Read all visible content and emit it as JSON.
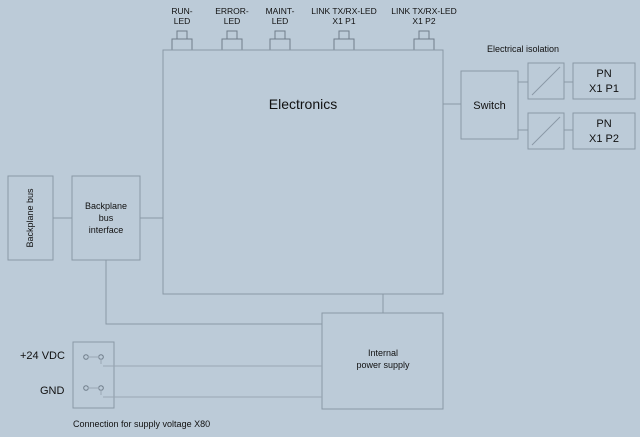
{
  "leds": [
    {
      "line1": "RUN-",
      "line2": "LED"
    },
    {
      "line1": "ERROR-",
      "line2": "LED"
    },
    {
      "line1": "MAINT-",
      "line2": "LED"
    },
    {
      "line1": "LINK TX/RX-LED",
      "line2": "X1 P1"
    },
    {
      "line1": "LINK TX/RX-LED",
      "line2": "X1 P2"
    }
  ],
  "labels": {
    "electronics": "Electronics",
    "switch": "Switch",
    "electrical_isolation": "Electrical isolation",
    "pn_p1_line1": "PN",
    "pn_p1_line2": "X1 P1",
    "pn_p2_line1": "PN",
    "pn_p2_line2": "X1 P2",
    "backplane_bus": "Backplane bus",
    "backplane_interface_line1": "Backplane",
    "backplane_interface_line2": "bus",
    "backplane_interface_line3": "interface",
    "power_supply_line1": "Internal",
    "power_supply_line2": "power supply",
    "vdc": "+24 VDC",
    "gnd": "GND",
    "connector_caption": "Connection for supply voltage X80"
  }
}
